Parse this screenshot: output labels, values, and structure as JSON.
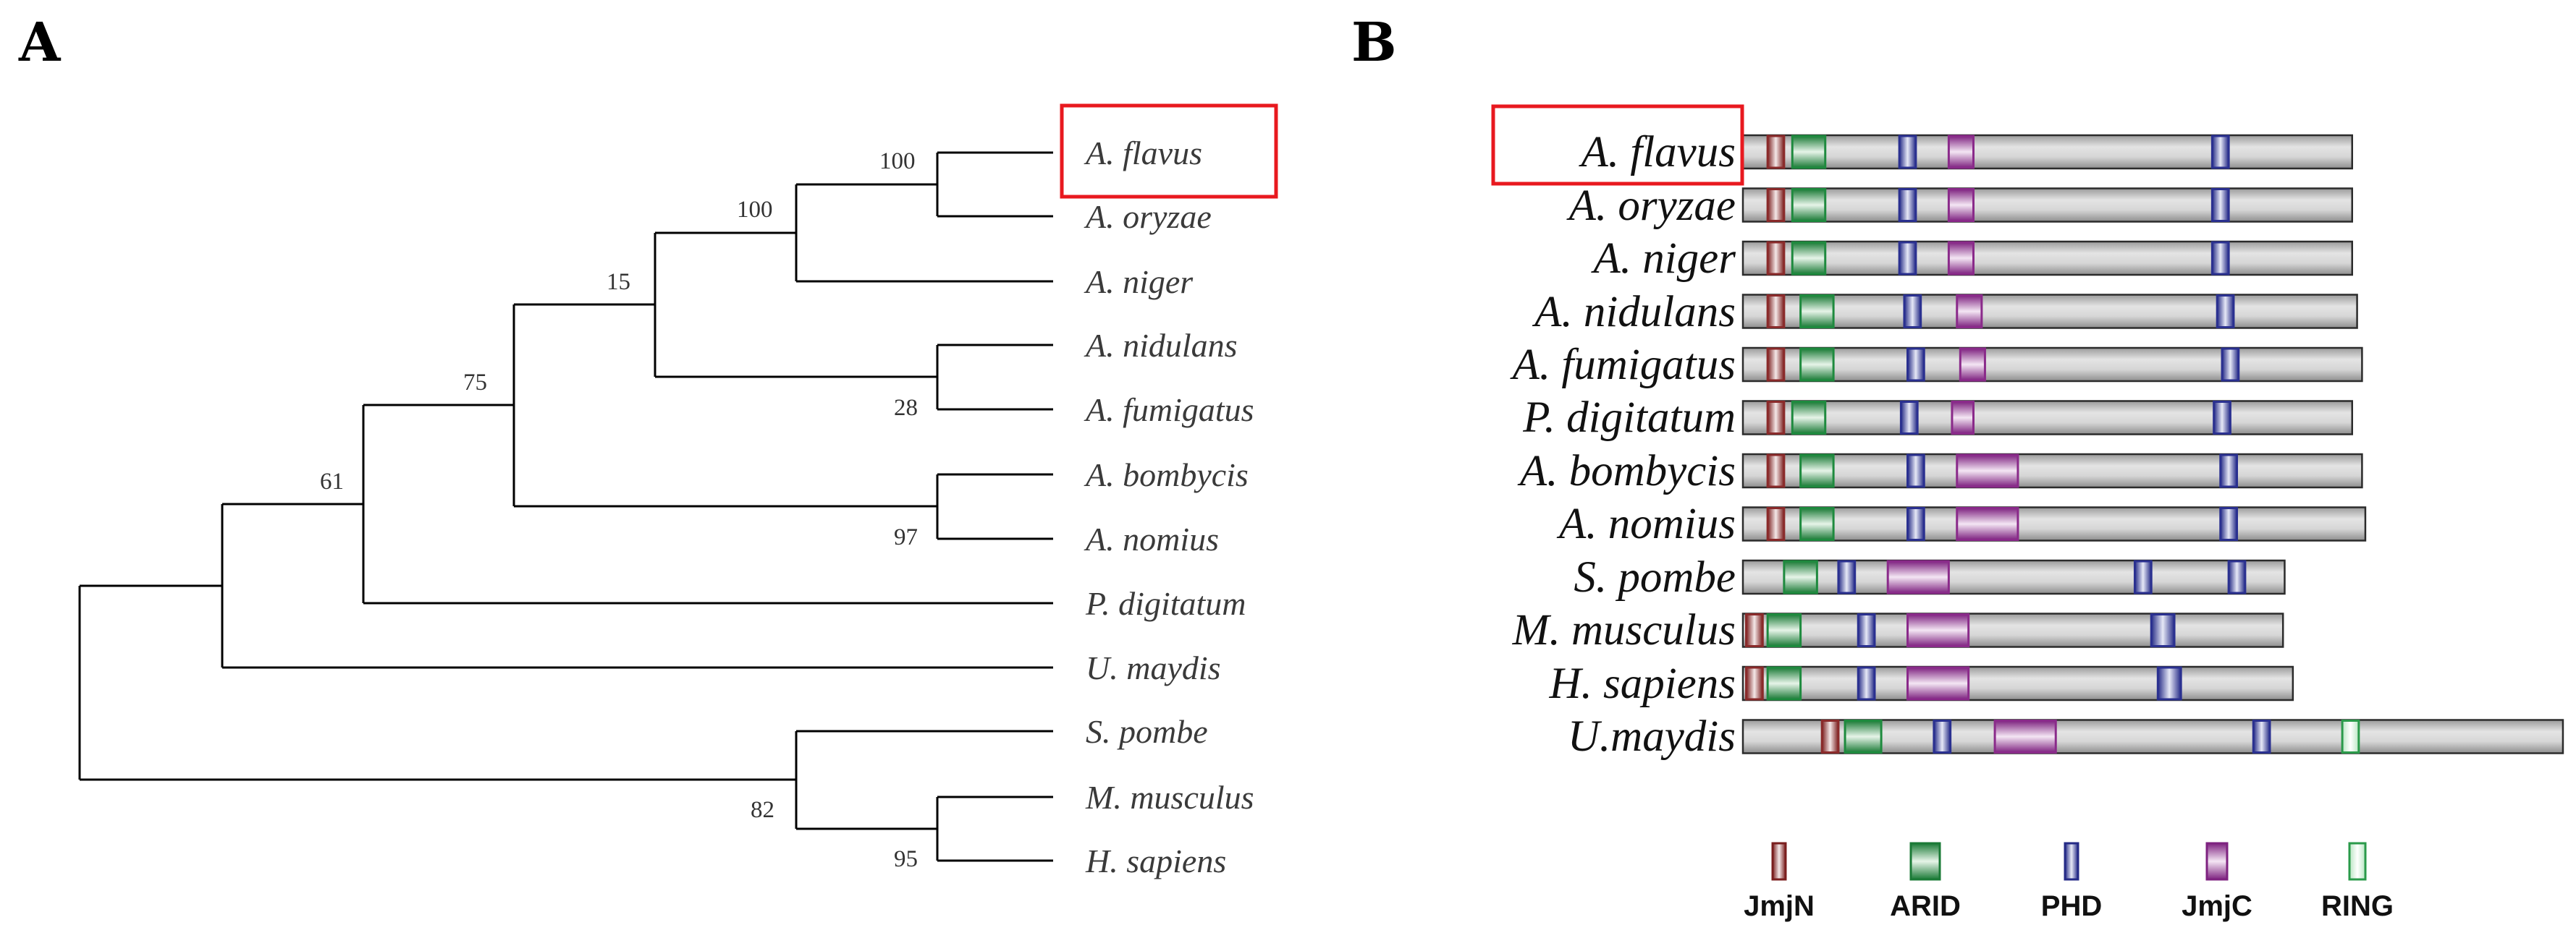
{
  "panels": {
    "a": "A",
    "b": "B"
  },
  "colors": {
    "JmjN": "#8a2a2a",
    "ARID": "#1e8a3e",
    "PHD": "#2a3090",
    "JmjC": "#8a2a8a",
    "RING": "#2a9a4a",
    "highlight": "#e8191f",
    "bar": "#c4c4c4"
  },
  "tree": {
    "leaves": [
      "A. flavus",
      "A. oryzae",
      "A. niger",
      "A. nidulans",
      "A. fumigatus",
      "A. bombycis",
      "A. nomius",
      "P. digitatum",
      "U. maydis",
      "S. pombe",
      "M. musculus",
      "H. sapiens"
    ],
    "bootstrap": [
      "100",
      "100",
      "15",
      "28",
      "75",
      "97",
      "61",
      "82",
      "95"
    ],
    "highlighted_leaf": "A. flavus"
  },
  "domain_types": [
    "JmjN",
    "ARID",
    "PHD",
    "JmjC",
    "RING"
  ],
  "proteins": [
    {
      "label": "A. flavus",
      "highlighted": true,
      "length": 370,
      "domains": [
        {
          "type": "JmjN",
          "start": 15,
          "end": 25
        },
        {
          "type": "ARID",
          "start": 30,
          "end": 50
        },
        {
          "type": "PHD",
          "start": 95,
          "end": 105
        },
        {
          "type": "JmjC",
          "start": 125,
          "end": 140
        },
        {
          "type": "PHD",
          "start": 285,
          "end": 295
        }
      ]
    },
    {
      "label": "A. oryzae",
      "highlighted": false,
      "length": 370,
      "domains": [
        {
          "type": "JmjN",
          "start": 15,
          "end": 25
        },
        {
          "type": "ARID",
          "start": 30,
          "end": 50
        },
        {
          "type": "PHD",
          "start": 95,
          "end": 105
        },
        {
          "type": "JmjC",
          "start": 125,
          "end": 140
        },
        {
          "type": "PHD",
          "start": 285,
          "end": 295
        }
      ]
    },
    {
      "label": "A. niger",
      "highlighted": false,
      "length": 370,
      "domains": [
        {
          "type": "JmjN",
          "start": 15,
          "end": 25
        },
        {
          "type": "ARID",
          "start": 30,
          "end": 50
        },
        {
          "type": "PHD",
          "start": 95,
          "end": 105
        },
        {
          "type": "JmjC",
          "start": 125,
          "end": 140
        },
        {
          "type": "PHD",
          "start": 285,
          "end": 295
        }
      ]
    },
    {
      "label": "A. nidulans",
      "highlighted": false,
      "length": 373,
      "domains": [
        {
          "type": "JmjN",
          "start": 15,
          "end": 25
        },
        {
          "type": "ARID",
          "start": 35,
          "end": 55
        },
        {
          "type": "PHD",
          "start": 98,
          "end": 108
        },
        {
          "type": "JmjC",
          "start": 130,
          "end": 145
        },
        {
          "type": "PHD",
          "start": 288,
          "end": 298
        }
      ]
    },
    {
      "label": "A. fumigatus",
      "highlighted": false,
      "length": 376,
      "domains": [
        {
          "type": "JmjN",
          "start": 15,
          "end": 25
        },
        {
          "type": "ARID",
          "start": 35,
          "end": 55
        },
        {
          "type": "PHD",
          "start": 100,
          "end": 110
        },
        {
          "type": "JmjC",
          "start": 132,
          "end": 147
        },
        {
          "type": "PHD",
          "start": 291,
          "end": 301
        }
      ]
    },
    {
      "label": "P. digitatum",
      "highlighted": false,
      "length": 370,
      "domains": [
        {
          "type": "JmjN",
          "start": 15,
          "end": 25
        },
        {
          "type": "ARID",
          "start": 30,
          "end": 50
        },
        {
          "type": "PHD",
          "start": 96,
          "end": 106
        },
        {
          "type": "JmjC",
          "start": 127,
          "end": 140
        },
        {
          "type": "PHD",
          "start": 286,
          "end": 296
        }
      ]
    },
    {
      "label": "A. bombycis",
      "highlighted": false,
      "length": 376,
      "domains": [
        {
          "type": "JmjN",
          "start": 15,
          "end": 25
        },
        {
          "type": "ARID",
          "start": 35,
          "end": 55
        },
        {
          "type": "PHD",
          "start": 100,
          "end": 110
        },
        {
          "type": "JmjC",
          "start": 130,
          "end": 167
        },
        {
          "type": "PHD",
          "start": 290,
          "end": 300
        }
      ]
    },
    {
      "label": "A. nomius",
      "highlighted": false,
      "length": 378,
      "domains": [
        {
          "type": "JmjN",
          "start": 15,
          "end": 25
        },
        {
          "type": "ARID",
          "start": 35,
          "end": 55
        },
        {
          "type": "PHD",
          "start": 100,
          "end": 110
        },
        {
          "type": "JmjC",
          "start": 130,
          "end": 167
        },
        {
          "type": "PHD",
          "start": 290,
          "end": 300
        }
      ]
    },
    {
      "label": "S. pombe",
      "highlighted": false,
      "length": 329,
      "domains": [
        {
          "type": "ARID",
          "start": 25,
          "end": 45
        },
        {
          "type": "PHD",
          "start": 58,
          "end": 68
        },
        {
          "type": "JmjC",
          "start": 88,
          "end": 125
        },
        {
          "type": "PHD",
          "start": 238,
          "end": 248
        },
        {
          "type": "PHD",
          "start": 295,
          "end": 305
        }
      ]
    },
    {
      "label": "M. musculus",
      "highlighted": false,
      "length": 328,
      "domains": [
        {
          "type": "JmjN",
          "start": 2,
          "end": 12
        },
        {
          "type": "ARID",
          "start": 15,
          "end": 35
        },
        {
          "type": "PHD",
          "start": 70,
          "end": 80
        },
        {
          "type": "JmjC",
          "start": 100,
          "end": 137
        },
        {
          "type": "PHD",
          "start": 248,
          "end": 262
        }
      ]
    },
    {
      "label": "H. sapiens",
      "highlighted": false,
      "length": 334,
      "domains": [
        {
          "type": "JmjN",
          "start": 2,
          "end": 12
        },
        {
          "type": "ARID",
          "start": 15,
          "end": 35
        },
        {
          "type": "PHD",
          "start": 70,
          "end": 80
        },
        {
          "type": "JmjC",
          "start": 100,
          "end": 137
        },
        {
          "type": "PHD",
          "start": 252,
          "end": 266
        }
      ]
    },
    {
      "label": "U.maydis",
      "highlighted": false,
      "length": 498,
      "domains": [
        {
          "type": "JmjN",
          "start": 48,
          "end": 58
        },
        {
          "type": "ARID",
          "start": 62,
          "end": 84
        },
        {
          "type": "PHD",
          "start": 116,
          "end": 126
        },
        {
          "type": "JmjC",
          "start": 153,
          "end": 190
        },
        {
          "type": "PHD",
          "start": 310,
          "end": 320
        },
        {
          "type": "RING",
          "start": 364,
          "end": 374
        }
      ]
    }
  ]
}
